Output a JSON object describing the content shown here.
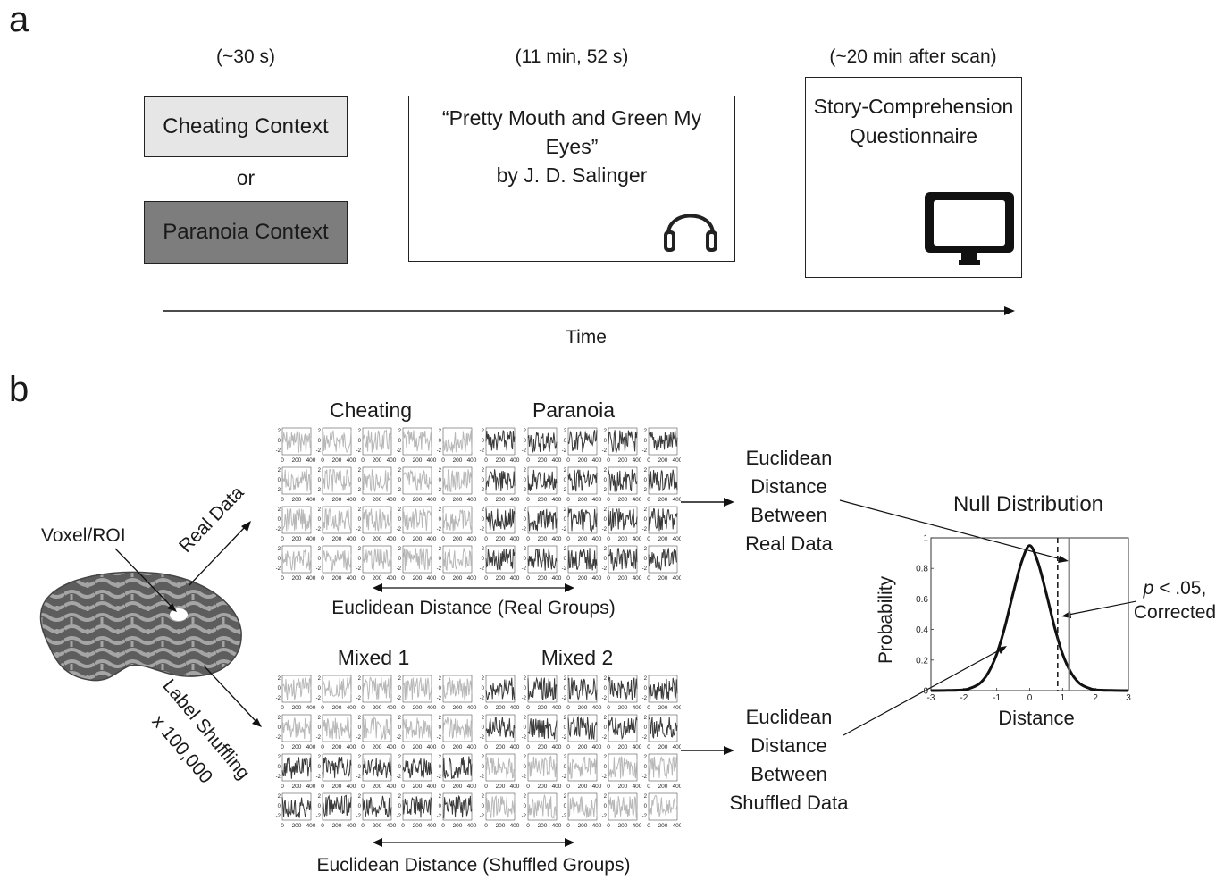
{
  "panel_a": {
    "letter": "a",
    "durations": [
      "(~30 s)",
      "(11 min, 52 s)",
      "(~20 min after scan)"
    ],
    "cheating_context": "Cheating Context",
    "or_label": "or",
    "paranoia_context": "Paranoia Context",
    "story": {
      "title_line1": "“Pretty Mouth and Green My",
      "title_line2": "Eyes”",
      "author": "by J. D. Salinger"
    },
    "questionnaire": {
      "line1": "Story-Comprehension",
      "line2": "Questionnaire"
    },
    "time_label": "Time",
    "icons": [
      "headphones-icon",
      "monitor-icon"
    ]
  },
  "panel_b": {
    "letter": "b",
    "voxel_label": "Voxel/ROI",
    "real_data_label": "Real Data",
    "label_shuffling": "Label Shuffling",
    "times_label": "x 100,000",
    "groups_real": [
      "Cheating",
      "Paranoia"
    ],
    "groups_shuffled": [
      "Mixed 1",
      "Mixed 2"
    ],
    "real_distance_caption": "Euclidean Distance (Real Groups)",
    "shuffled_distance_caption": "Euclidean Distance (Shuffled Groups)",
    "real_result": [
      "Euclidean",
      "Distance",
      "Between",
      "Real Data"
    ],
    "shuffled_result": [
      "Euclidean",
      "Distance",
      "Between",
      "Shuffled Data"
    ],
    "mini_plot": {
      "y_ticks": [
        "2",
        "0",
        "-2"
      ],
      "x_ticks": [
        "0",
        "200",
        "400"
      ]
    },
    "colors": {
      "cheating": "#b8b8b8",
      "paranoia": "#3a3a3a",
      "context_light": "#e6e6e6",
      "context_dark": "#7d7d7d"
    },
    "significance": {
      "p_prefix": "p",
      "p_suffix": " < .05,",
      "line2": "Corrected"
    }
  },
  "chart_data": {
    "type": "line",
    "title": "Null Distribution",
    "xlabel": "Distance",
    "ylabel": "Probability",
    "xlim": [
      -3,
      3
    ],
    "ylim": [
      0,
      1
    ],
    "x_ticks": [
      "-3",
      "-2",
      "-1",
      "0",
      "1",
      "2",
      "3"
    ],
    "y_ticks": [
      "0",
      "0.2",
      "0.4",
      "0.6",
      "0.8",
      "1"
    ],
    "x": [
      -3,
      -2.5,
      -2,
      -1.75,
      -1.5,
      -1.25,
      -1,
      -0.75,
      -0.5,
      -0.25,
      0,
      0.25,
      0.5,
      0.75,
      1,
      1.25,
      1.5,
      1.75,
      2,
      2.5,
      3
    ],
    "y": [
      0,
      0.001,
      0.005,
      0.02,
      0.05,
      0.12,
      0.24,
      0.42,
      0.64,
      0.84,
      0.95,
      0.84,
      0.64,
      0.42,
      0.24,
      0.12,
      0.05,
      0.02,
      0.005,
      0.001,
      0
    ],
    "threshold_dashed_x": 0.85,
    "real_value_x": 1.2,
    "grid": false
  }
}
